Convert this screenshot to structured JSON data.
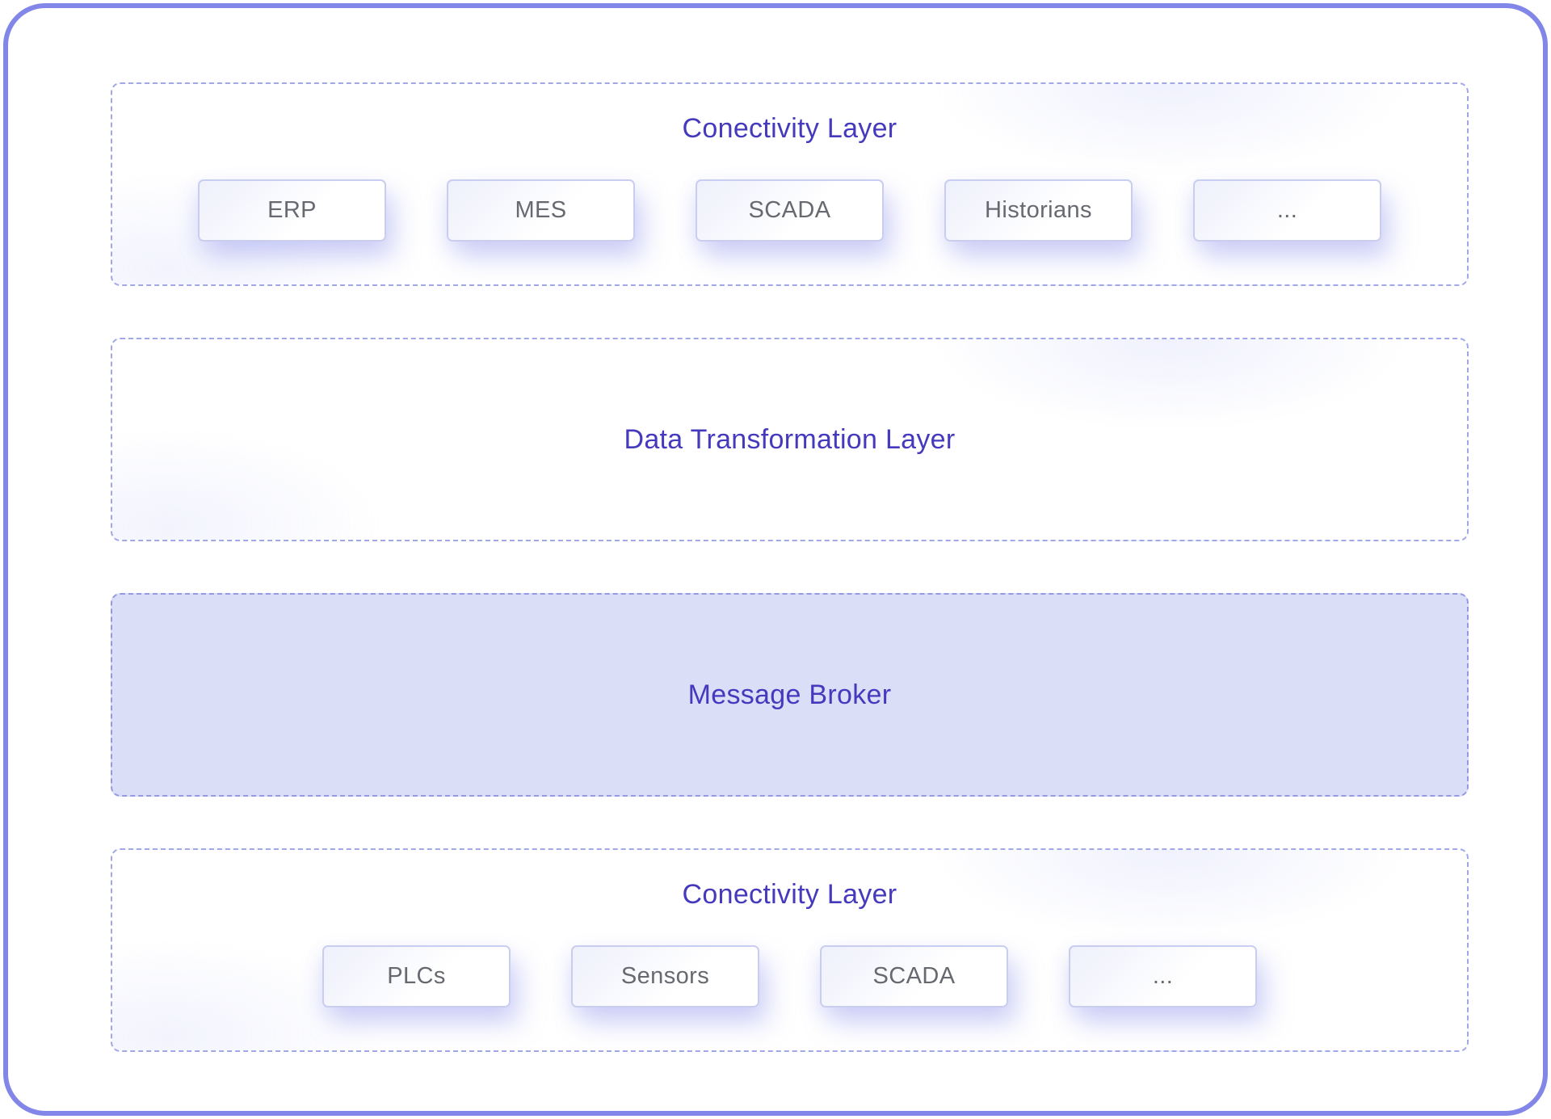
{
  "diagram": {
    "colors": {
      "outer_border": "#8186e8",
      "dashed_border": "#a2a7e8",
      "title_text": "#4539be",
      "box_label": "#66696f",
      "broker_fill": "#dbdef7"
    },
    "layers": [
      {
        "id": "connectivity-top",
        "title": "Conectivity Layer",
        "items": [
          "ERP",
          "MES",
          "SCADA",
          "Historians",
          "..."
        ]
      },
      {
        "id": "data-transformation",
        "title": "Data Transformation Layer",
        "items": []
      },
      {
        "id": "message-broker",
        "title": "Message Broker",
        "items": [],
        "filled": true
      },
      {
        "id": "connectivity-bottom",
        "title": "Conectivity Layer",
        "items": [
          "PLCs",
          "Sensors",
          "SCADA",
          "..."
        ]
      }
    ]
  }
}
